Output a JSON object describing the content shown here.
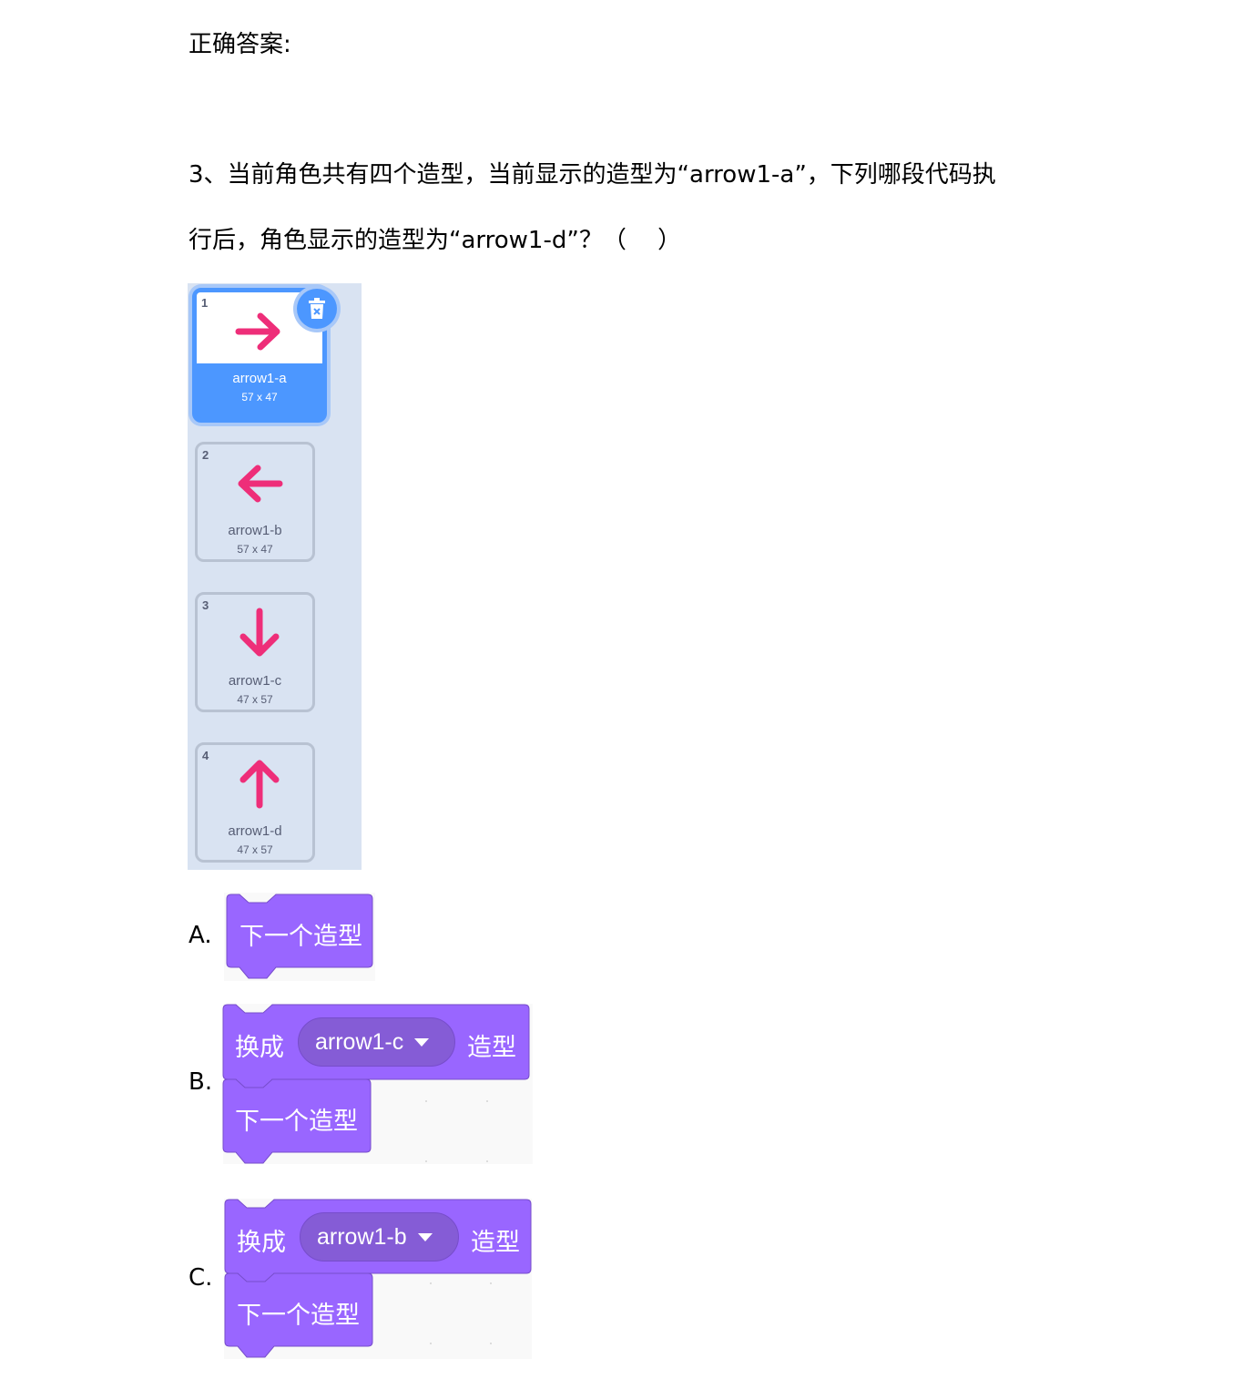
{
  "heading": "正确答案:",
  "question": {
    "line1": "3、当前角色共有四个造型，当前显示的造型为“arrow1-a”，下列哪段代码执",
    "line2": "行后，角色显示的造型为“arrow1-d”？（　 ）"
  },
  "costumes": [
    {
      "num": "1",
      "name": "arrow1-a",
      "size": "57 x 47",
      "dir": "right",
      "selected": true
    },
    {
      "num": "2",
      "name": "arrow1-b",
      "size": "57 x 47",
      "dir": "left"
    },
    {
      "num": "3",
      "name": "arrow1-c",
      "size": "47 x 57",
      "dir": "down"
    },
    {
      "num": "4",
      "name": "arrow1-d",
      "size": "47 x 57",
      "dir": "up"
    }
  ],
  "colors": {
    "arrow": "#ee2e79",
    "block": "#9966ff",
    "selected": "#4c97ff"
  },
  "options": {
    "a": {
      "label": "A.",
      "next": "下一个造型"
    },
    "b": {
      "label": "B.",
      "switch": "换成",
      "costume": "arrow1-c",
      "suffix": "造型",
      "next": "下一个造型"
    },
    "c": {
      "label": "C.",
      "switch": "换成",
      "costume": "arrow1-b",
      "suffix": "造型",
      "next": "下一个造型"
    }
  }
}
